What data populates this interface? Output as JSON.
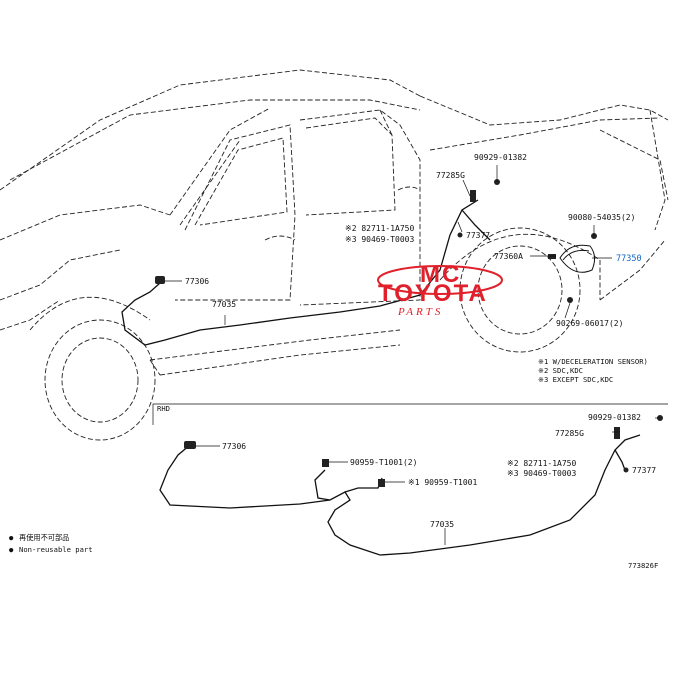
{
  "callouts": {
    "p77306_upper": "77306",
    "p77035_upper": "77035",
    "p90929_upper": "90929-01382",
    "p77285G_upper": "77285G",
    "p77377_upper": "77377",
    "note_82711_upper": "※2 82711-1A750",
    "note_90469_upper": "※3 90469-T0003",
    "p77360A": "77360A",
    "p90080": "90080-54035(2)",
    "p77350": "77350",
    "p90269": "90269-06017(2)",
    "p77306_lower": "77306",
    "p90959_a": "90959-T1001(2)",
    "p90959_b": "※1 90959-T1001",
    "p90929_lower": "90929-01382",
    "p77285G_lower": "77285G",
    "note_82711_lower": "※2 82711-1A750",
    "note_90469_lower": "※3 90469-T0003",
    "p77377_lower": "77377",
    "p77035_lower": "77035"
  },
  "footnotes": [
    "※1 W/DECELERATION SENSOR)",
    "※2 SDC,KDC",
    "※3 EXCEPT SDC,KDC"
  ],
  "variant_tag": "RHD",
  "legend": [
    {
      "symbol": "●",
      "text": "再使用不可部品"
    },
    {
      "symbol": "●",
      "text": "Non-reusable part"
    }
  ],
  "figure_code": "773826F",
  "watermark": {
    "line1": "MC",
    "line2": "TOYOTA",
    "line3": "PARTS"
  },
  "colors": {
    "highlight": "#1565c0",
    "watermark": "#e0202a",
    "ink": "#111111"
  }
}
